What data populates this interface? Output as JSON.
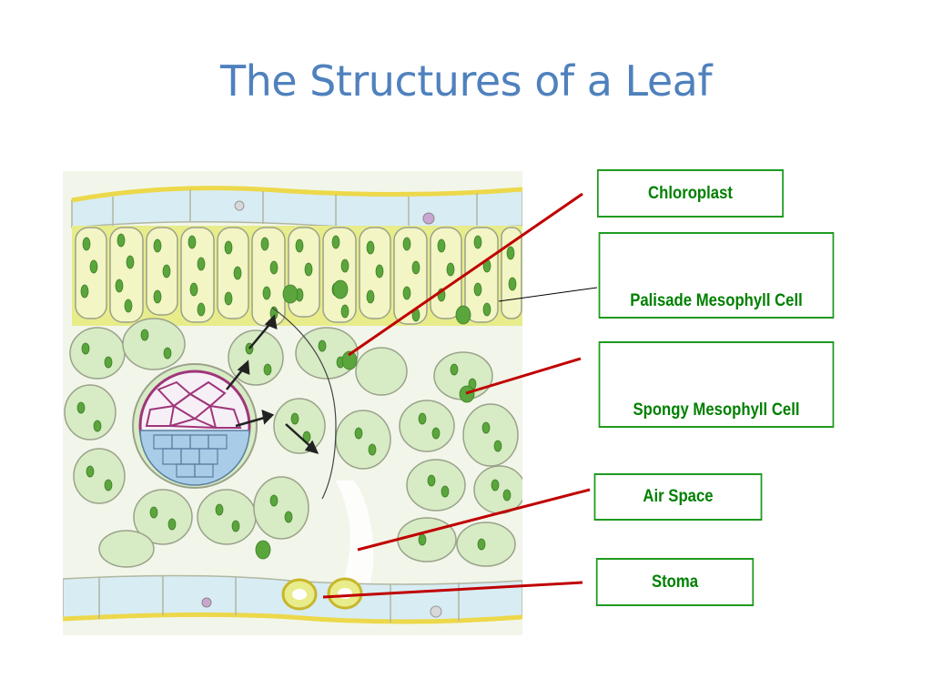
{
  "title": "The Structures of a Leaf",
  "labels": {
    "chloroplast": "Chloroplast",
    "palisade": "Palisade Mesophyll Cell",
    "spongy": "Spongy Mesophyll Cell",
    "air_space": "Air Space",
    "stoma": "Stoma"
  },
  "colors": {
    "title": "#4f81bd",
    "label_text": "#008000",
    "label_border": "#1f9a1f",
    "leader_line": "#c00000",
    "palisade_fill": "#e8ec8a",
    "spongy_fill": "#d7ebc5",
    "chloroplast_fill": "#5aa53c",
    "epidermis_outline": "#ecd84a",
    "xylem_fill": "#a9cde8",
    "phloem_wall": "#a0357a"
  }
}
